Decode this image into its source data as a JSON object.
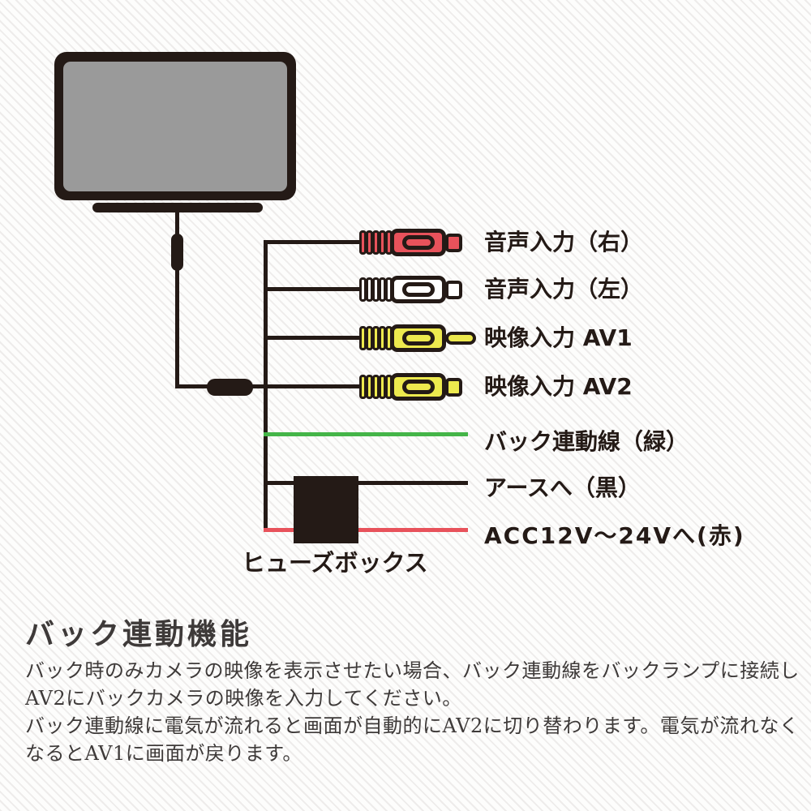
{
  "colors": {
    "line_dark": "#241a16",
    "screen_gray": "#9a9a9a",
    "text_dark": "#3e3a39"
  },
  "diagram": {
    "connectors": [
      {
        "label": "音声入力（右）",
        "color": "#e8525b",
        "tip": "short"
      },
      {
        "label": "音声入力（左）",
        "color": "#ffffff",
        "tip": "short"
      },
      {
        "label": "映像入力 AV1",
        "color": "#ede94e",
        "tip": "long"
      },
      {
        "label": "映像入力 AV2",
        "color": "#ede94e",
        "tip": "short"
      }
    ],
    "wires": [
      {
        "label": "バック連動線（緑）",
        "color": "#44b548"
      },
      {
        "label": "アースへ（黒）",
        "color": "#241a16"
      },
      {
        "label": "ACC12V～24Vへ(赤)",
        "color": "#e8525b"
      }
    ],
    "fuse_box_label": "ヒューズボックス"
  },
  "description": {
    "heading": "バック連動機能",
    "lines": [
      "バック時のみカメラの映像を表示させたい場合、バック連動線をバックランプに接続し",
      "AV2にバックカメラの映像を入力してください。",
      "バック連動線に電気が流れると画面が自動的にAV2に切り替わります。電気が流れなく",
      "なるとAV1に画面が戻ります。"
    ]
  }
}
